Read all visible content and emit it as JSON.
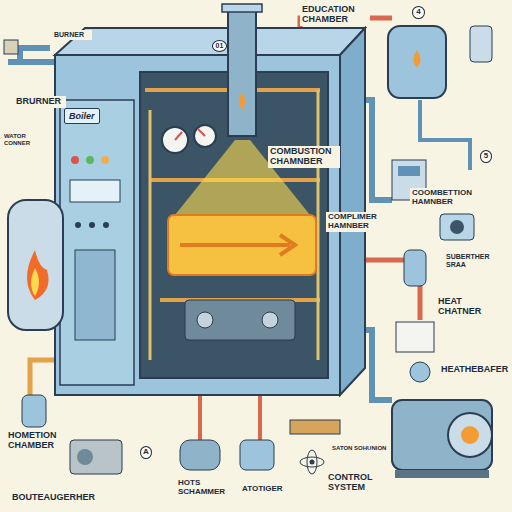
{
  "diagram": {
    "nodes": [
      {
        "text": [
          "Boiler"
        ]
      }
    ],
    "labels": [
      "4",
      "EDUCATION CHAMBER",
      "BURNER",
      "01",
      "BRURNER",
      "WATOR CONNER",
      "COMBUSTION CHAMNBER",
      "5",
      "COOMBETTION HAMNBER",
      "COMPLIMER HAMNBER",
      "SUBERTHER SRAA",
      "HEAT CHATNER",
      "HEATHEBAFER",
      "A",
      "HOMETION CHAMBER",
      "BOUTEAUGERHER",
      "HOTS SCHAMMER",
      "ATOTIGER",
      "SATON SOHUNION",
      "CONTROL SYSTEM"
    ]
  }
}
